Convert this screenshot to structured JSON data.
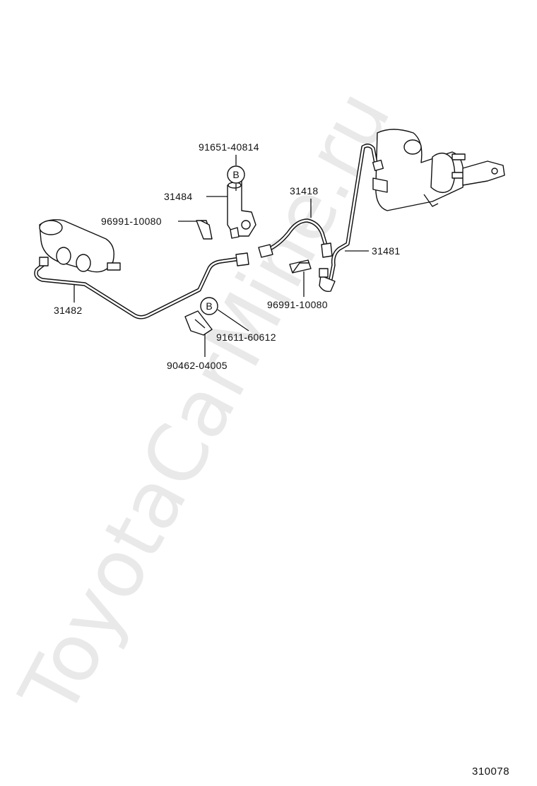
{
  "watermark": "ToyotaCarMine.ru",
  "diagram_code": "310078",
  "badges": {
    "top": "B",
    "bottom": "B"
  },
  "callouts": {
    "bolt_upper": "91651-40814",
    "bracket_upper": "31484",
    "clip_left": "96991-10080",
    "tube_left": "31482",
    "hose": "31418",
    "clip_right": "96991-10080",
    "tube_right": "31481",
    "bolt_lower": "91611-60612",
    "clamp_lower": "90462-04005"
  }
}
